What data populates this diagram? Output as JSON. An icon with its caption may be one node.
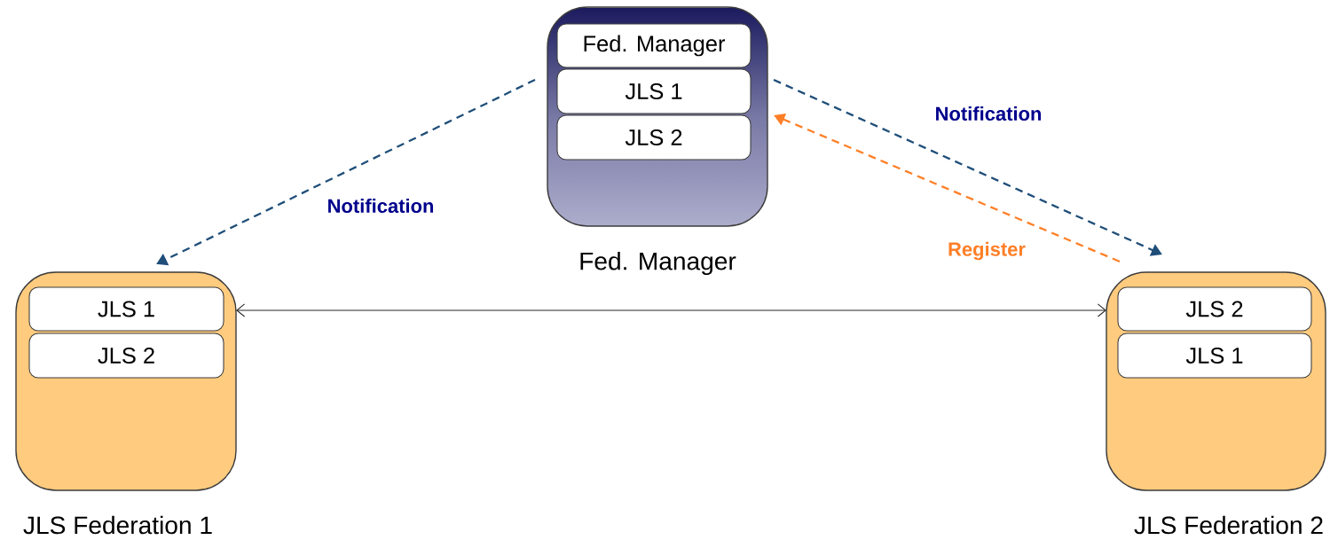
{
  "diagram": {
    "nodes": [
      {
        "text": [
          "Fed. Manager"
        ]
      },
      {
        "text": [
          "Fed. Manager"
        ],
        "in": 0
      },
      {
        "text": [
          "JLS 1"
        ],
        "in": 0
      },
      {
        "text": [
          "JLS 2"
        ],
        "in": 0
      },
      {
        "text": [
          "JLS Federation 1"
        ]
      },
      {
        "text": [
          "JLS 1"
        ],
        "in": 4
      },
      {
        "text": [
          "JLS 2"
        ],
        "in": 4
      },
      {
        "text": [
          "JLS Federation 2"
        ]
      },
      {
        "text": [
          "JLS 2"
        ],
        "in": 7
      },
      {
        "text": [
          "JLS 1"
        ],
        "in": 7
      }
    ],
    "edges": [
      {
        "from": 0,
        "to": 4,
        "arrow": "to",
        "label": "Notification",
        "style": "dashed",
        "color": "#1f4e79"
      },
      {
        "from": 0,
        "to": 7,
        "arrow": "to",
        "label": "Notification",
        "style": "dashed",
        "color": "#1f4e79"
      },
      {
        "from": 7,
        "to": 0,
        "arrow": "to",
        "label": "Register",
        "style": "dashed",
        "color": "#ff7f27"
      },
      {
        "from": 4,
        "to": 7,
        "arrow": "both"
      }
    ]
  }
}
